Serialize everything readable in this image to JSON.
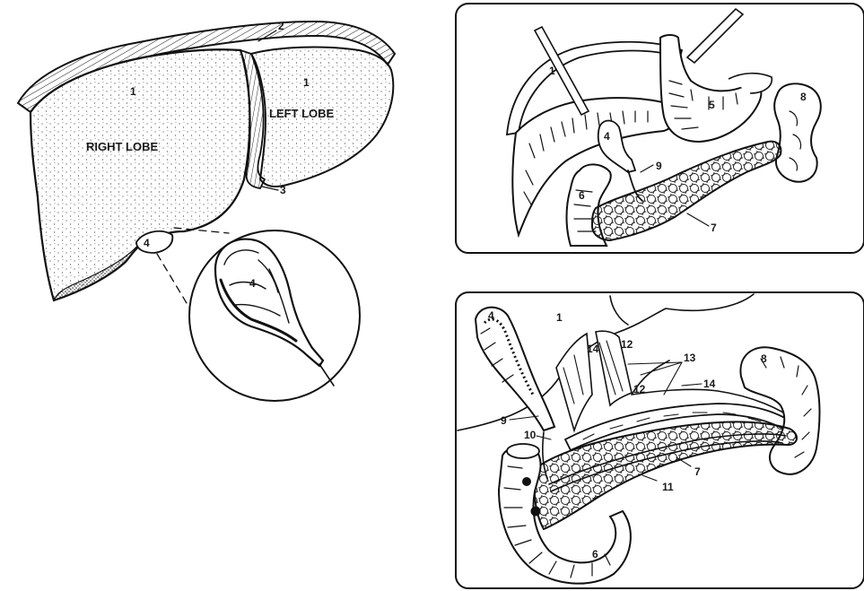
{
  "liver_panel": {
    "lobes": {
      "right": "RIGHT LOBE",
      "left": "LEFT LOBE"
    },
    "numbers": {
      "right_lobe_1": "1",
      "left_lobe_1": "1",
      "ligament_2": "2",
      "ligament_3": "3",
      "gallbladder_4": "4",
      "inset_gallbladder_4": "4"
    }
  },
  "upper_right_panel": {
    "numbers": {
      "liver_1": "1",
      "gallbladder_4": "4",
      "stomach_5": "5",
      "duodenum_6": "6",
      "pancreas_7": "7",
      "spleen_8": "8",
      "duct_9": "9"
    }
  },
  "lower_right_panel": {
    "numbers": {
      "liver_1": "1",
      "gallbladder_4": "4",
      "vessel_14_a": "14",
      "vessel_12_a": "12",
      "vessel_13": "13",
      "vessel_12_b": "12",
      "vessel_14_b": "14",
      "spleen_8": "8",
      "duct_9": "9",
      "duct_10": "10",
      "duct_11": "11",
      "pancreas_7": "7",
      "duodenum_6": "6"
    }
  }
}
